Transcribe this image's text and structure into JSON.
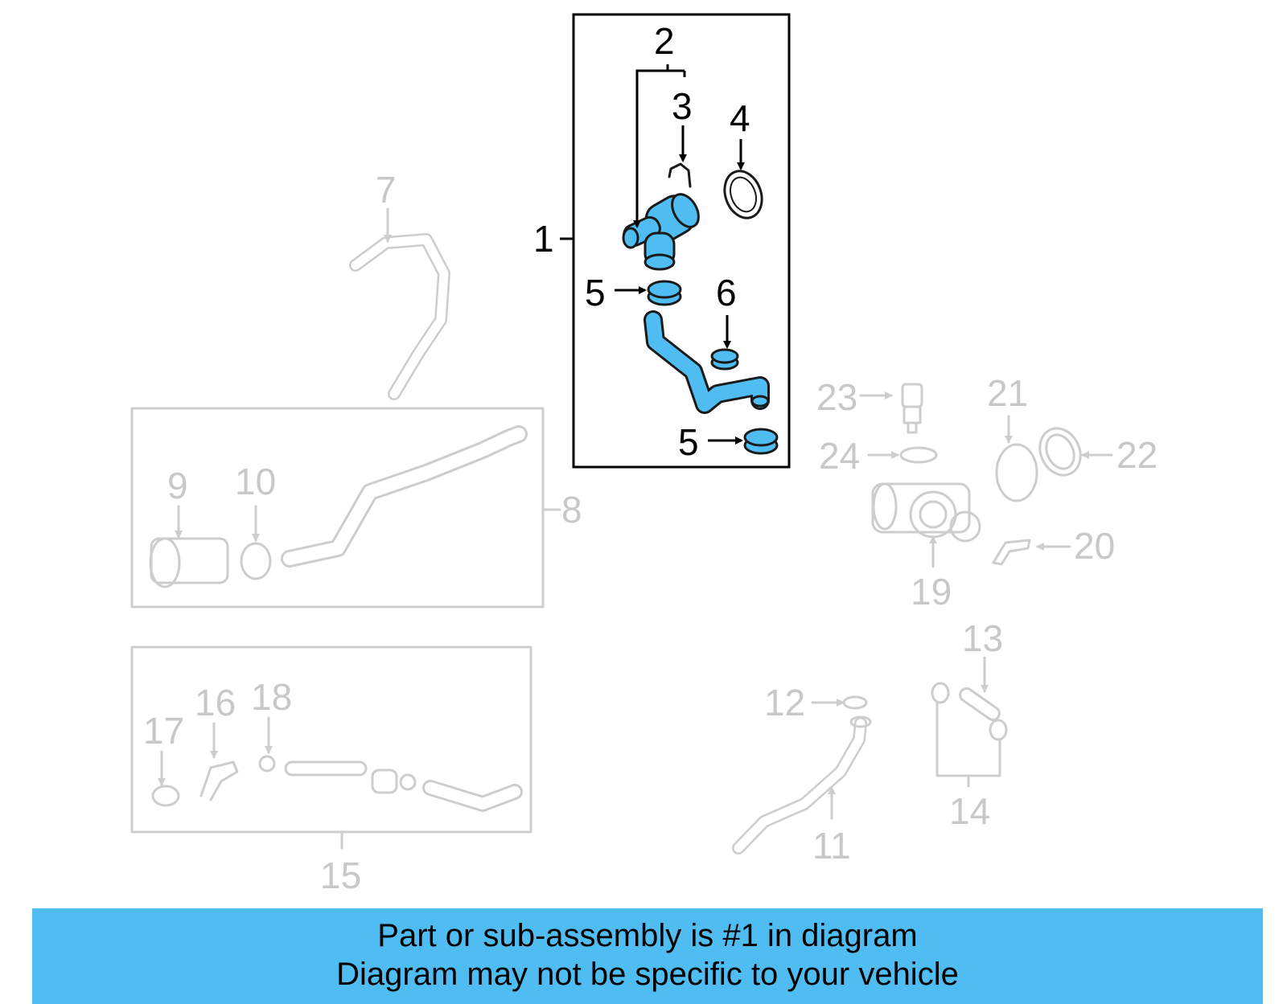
{
  "labels": {
    "c1": "1",
    "c2": "2",
    "c3": "3",
    "c4": "4",
    "c5a": "5",
    "c5b": "5",
    "c6": "6",
    "c7": "7",
    "c8": "8",
    "c9": "9",
    "c10": "10",
    "c11": "11",
    "c12": "12",
    "c13": "13",
    "c14": "14",
    "c15": "15",
    "c16": "16",
    "c17": "17",
    "c18": "18",
    "c19": "19",
    "c20": "20",
    "c21": "21",
    "c22": "22",
    "c23": "23",
    "c24": "24"
  },
  "footer": {
    "line1": "Part or sub-assembly is #1 in diagram",
    "line2": "Diagram may not be specific to your vehicle"
  },
  "colors": {
    "highlight": "#4fbdf1",
    "faded": "#c8c8c8",
    "ink": "#000000"
  }
}
